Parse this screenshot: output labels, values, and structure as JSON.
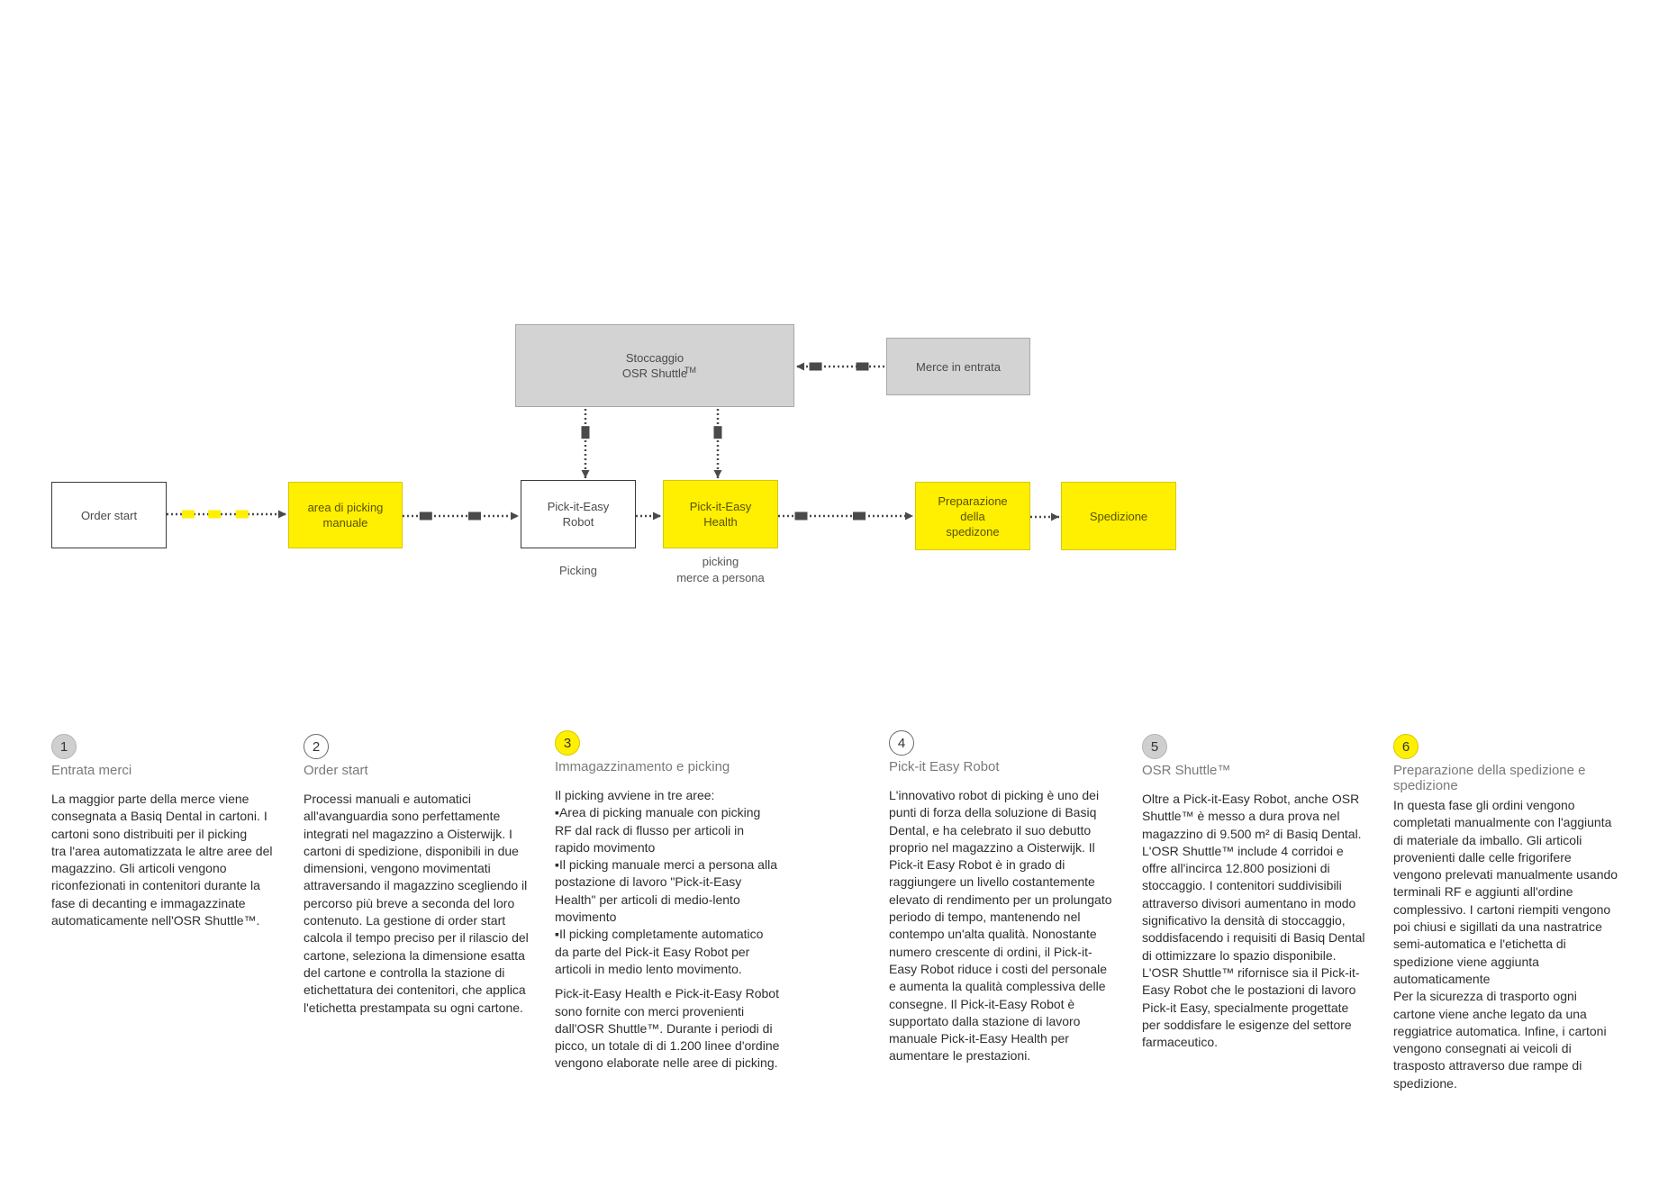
{
  "colors": {
    "yellow": "#ffef00",
    "grey_box": "#d3d3d3",
    "connector": "#4a4a4a",
    "marker_dark": "#4a4a4a"
  },
  "diagram": {
    "boxes": {
      "order_start": "Order start",
      "manual_picking": "area di picking\nmanuale",
      "robot": "Pick-it-Easy\nRobot",
      "health": "Pick-it-Easy\nHealth",
      "prep": "Preparazione\ndella\nspedizone",
      "shipping": "Spedizione",
      "storage": "Stoccaggio\nOSR Shuttle",
      "storage_tm": "TM",
      "incoming": "Merce in entrata"
    },
    "captions": {
      "picking": "Picking",
      "goods_to_person": "picking\nmerce a persona"
    }
  },
  "steps": [
    {
      "number": "1",
      "style": "grey",
      "title": "Entrata merci",
      "paragraphs": [
        "La maggior parte della merce viene consegnata a Basiq Dental in cartoni. I cartoni sono distribuiti per il picking\ntra l'area automatizzata le altre aree del magazzino. Gli articoli vengono\nriconfezionati in contenitori durante la fase di decanting e immagazzinate automaticamente nell'OSR Shuttle™."
      ]
    },
    {
      "number": "2",
      "style": "white",
      "title": "Order start",
      "paragraphs": [
        "Processi manuali e automatici all'avanguardia sono perfettamente integrati nel magazzino a Oisterwijk. I cartoni di spedizione, disponibili in due dimensioni, vengono movimentati attraversando il magazzino scegliendo il percorso più breve a seconda del loro contenuto. La gestione di order start calcola il tempo preciso per il rilascio del cartone, seleziona la dimensione esatta del cartone e controlla la stazione di etichettatura dei contenitori, che applica l'etichetta prestampata su ogni cartone."
      ]
    },
    {
      "number": "3",
      "style": "yellow",
      "title": "Immagazzinamento e picking",
      "paragraphs": [
        "Il picking avviene in tre aree:\n▪Area di picking manuale con picking RF dal rack di flusso per articoli in rapido movimento\n▪Il picking manuale merci a persona alla postazione di lavoro \"Pick-it-Easy Health\" per articoli di medio-lento movimento\n▪Il picking completamente automatico da parte del Pick-it Easy Robot per articoli in medio lento movimento.",
        "Pick-it-Easy Health e Pick-it-Easy Robot sono fornite con merci provenienti dall'OSR Shuttle™. Durante i periodi di picco, un totale di di 1.200 linee d'ordine vengono elaborate nelle aree di picking."
      ]
    },
    {
      "number": "4",
      "style": "white",
      "title": "Pick-it Easy Robot",
      "paragraphs": [
        "L'innovativo robot di picking è uno dei punti di forza della soluzione di Basiq Dental,    e ha celebrato il suo debutto proprio nel magazzino a Oisterwijk.  Il Pick-it Easy Robot è in grado di raggiungere un livello costantemente elevato di rendimento per un prolungato periodo di tempo, mantenendo nel contempo un'alta qualità. Nonostante numero crescente di ordini, il Pick-it-Easy Robot riduce i costi del personale e aumenta la qualità complessiva delle consegne. Il Pick-it-Easy Robot è supportato dalla stazione di lavoro manuale Pick-it-Easy Health per aumentare le prestazioni."
      ]
    },
    {
      "number": "5",
      "style": "grey",
      "title": "OSR Shuttle™",
      "paragraphs": [
        "Oltre a Pick-it-Easy Robot, anche OSR Shuttle™ è messo a dura prova nel magazzino di 9.500 m² di Basiq Dental.    L'OSR Shuttle™ include 4 corridoi e offre all'incirca 12.800 posizioni di stoccaggio. I contenitori suddivisibili attraverso divisori aumentano in modo significativo la densità di stoccaggio, soddisfacendo i requisiti di Basiq Dental di ottimizzare lo spazio disponibile. L'OSR Shuttle™ rifornisce sia il Pick-it-Easy Robot che le postazioni di lavoro Pick-it Easy, specialmente progettate per soddisfare le esigenze del settore farmaceutico."
      ]
    },
    {
      "number": "6",
      "style": "yellow",
      "title": "Preparazione della spedizione e spedizione",
      "paragraphs": [
        "In questa fase gli ordini vengono completati manualmente con l'aggiunta di materiale da imballo. Gli articoli provenienti dalle celle frigorifere vengono prelevati manualmente usando terminali RF e aggiunti all'ordine complessivo.   I cartoni riempiti vengono poi chiusi e sigillati da una nastratrice semi-automatica e l'etichetta di spedizione viene aggiunta automaticamente\nPer la sicurezza di trasporto ogni cartone viene anche legato da una reggiatrice automatica. Infine, i cartoni vengono consegnati ai veicoli di trasposto attraverso due rampe di spedizione."
      ]
    }
  ]
}
